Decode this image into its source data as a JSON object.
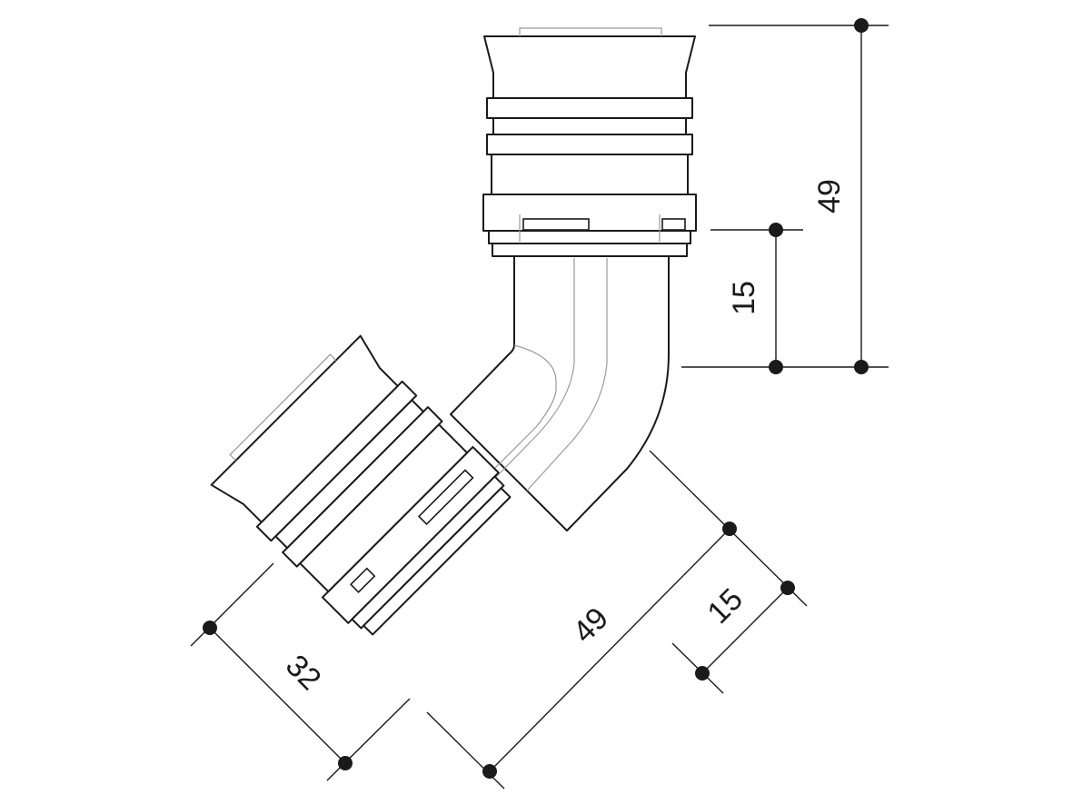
{
  "dimensions": {
    "top_length": "49",
    "top_depth": "15",
    "bottom_length": "49",
    "bottom_depth": "15",
    "diameter": "32"
  },
  "colors": {
    "line": "#1a1a1a",
    "hidden_line": "#9a9a9a",
    "background": "#ffffff"
  }
}
